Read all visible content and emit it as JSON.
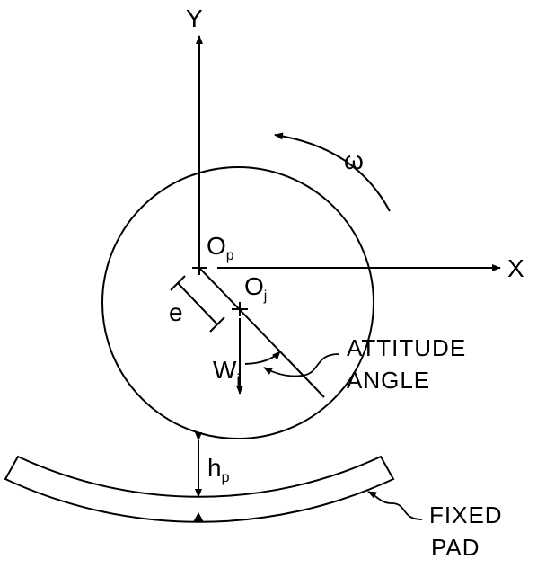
{
  "labels": {
    "y_axis": "Y",
    "x_axis": "X",
    "omega": "ω",
    "op_main": "O",
    "op_sub": "p",
    "oj_main": "O",
    "oj_sub": "j",
    "e": "e",
    "wj_main": "W",
    "wj_sub": "j",
    "attitude_line1": "ATTITUDE",
    "attitude_line2": "ANGLE",
    "hp_main": "h",
    "hp_sub": "p",
    "pad_line1": "FIXED",
    "pad_line2": "PAD"
  },
  "colors": {
    "ink": "#000000",
    "background": "#ffffff"
  }
}
